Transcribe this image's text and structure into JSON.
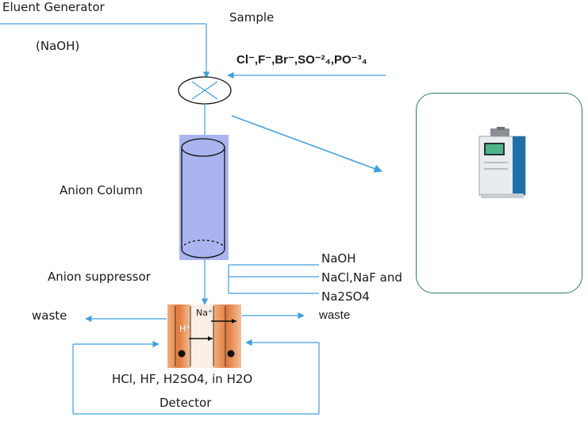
{
  "labels": {
    "eluent_generator": "Eluent Generator",
    "naoh_paren": "(NaOH)",
    "sample": "Sample",
    "anions": "Cl⁻,F⁻,Br⁻,SO⁻²₄,PO⁻³₄",
    "anion_column": "Anion Column",
    "anion_suppressor": "Anion suppressor",
    "naoh": "NaOH",
    "nacl_naf": "NaCl,NaF and",
    "na2so4": "Na2SO4",
    "waste_left": "waste",
    "waste_right": "waste",
    "products": "HCl, HF, H2SO4, in H2O",
    "detector": "Detector",
    "h_plus": "H⁺",
    "na_plus": "Na⁺"
  },
  "colors": {
    "line_blue": "#3fa0e0",
    "column_fill": "#aab4ee",
    "suppressor_orange": "#e27a3c",
    "box_border": "#2e7d6e"
  },
  "icons": [
    "injection-valve-icon",
    "ion-chromatograph-instrument-icon"
  ]
}
